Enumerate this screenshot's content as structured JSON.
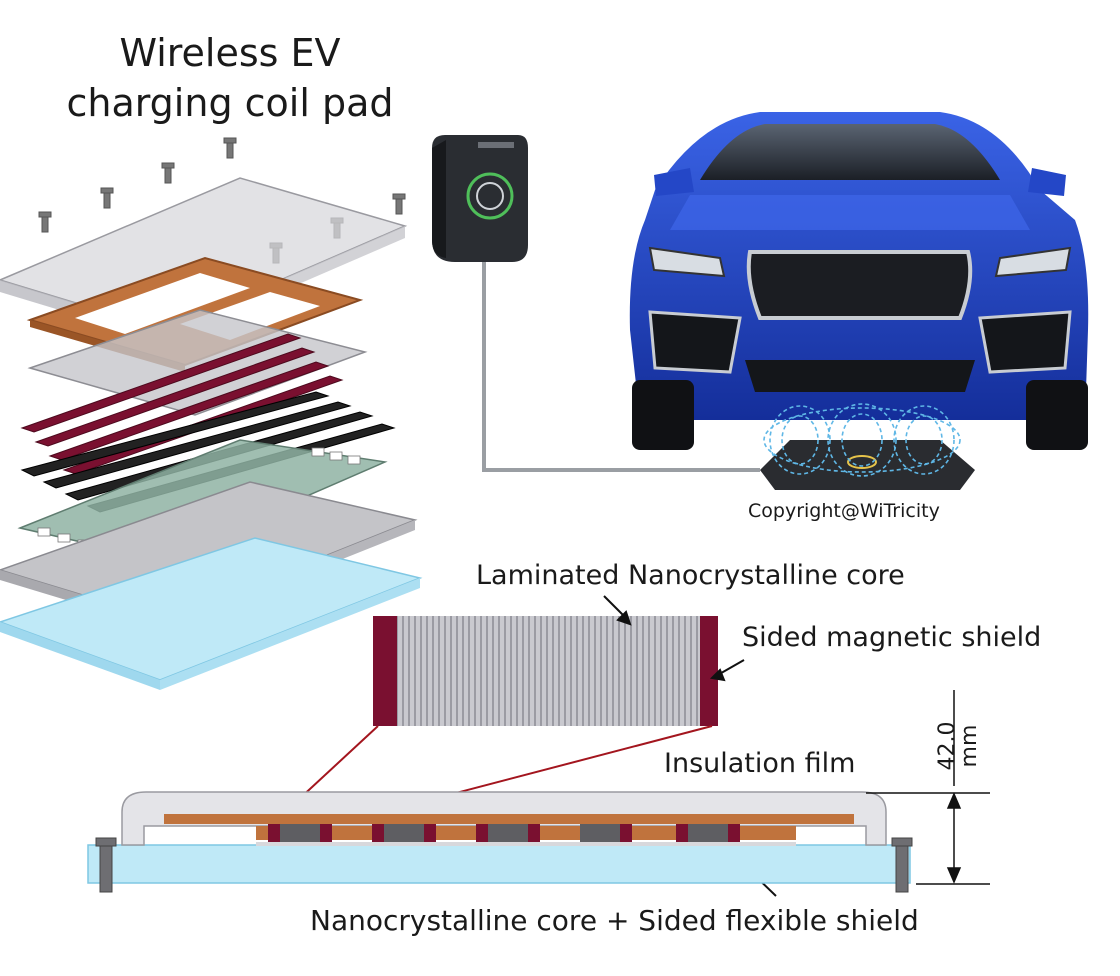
{
  "title_line1": "Wireless EV",
  "title_line2": "charging coil pad",
  "copyright": "Copyright@WiTricity",
  "labels": {
    "core": "Laminated Nanocrystalline core",
    "side_shield": "Sided magnetic shield",
    "insulation": "Insulation film",
    "bottom": "Nanocrystalline core + Sided flexible shield"
  },
  "dimension": {
    "value": "42.0",
    "unit": "mm"
  },
  "colors": {
    "car_blue": "#1f3fb8",
    "copper": "#c0733d",
    "maroon": "#7a1030",
    "pcb_green": "#8fb3a3",
    "base_blue": "#bfe9f7",
    "field_lines": "#5fb7e6"
  }
}
